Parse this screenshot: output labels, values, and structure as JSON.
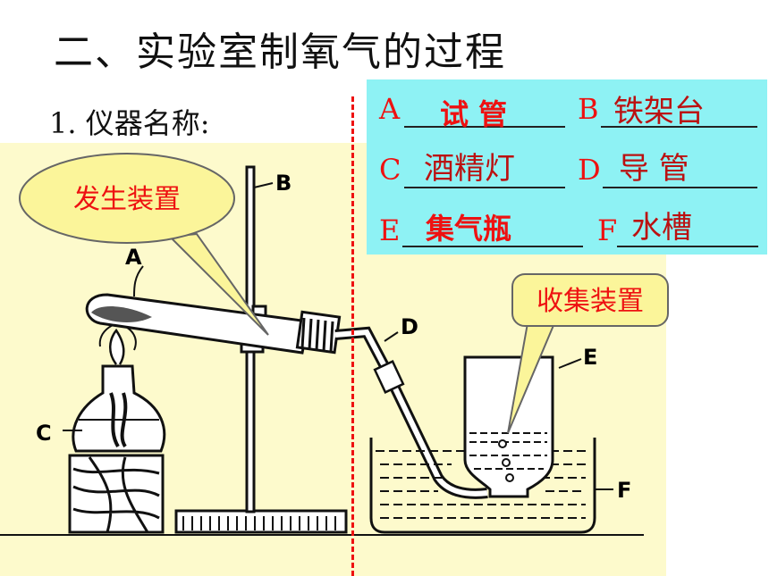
{
  "title": "二、实验室制氧气的过程",
  "subtitle": "1. 仪器名称:",
  "answers": [
    {
      "letter": "A",
      "answer": "试 管"
    },
    {
      "letter": "B",
      "answer": "铁架台"
    },
    {
      "letter": "C",
      "answer": "酒精灯"
    },
    {
      "letter": "D",
      "answer": "导 管"
    },
    {
      "letter": "E",
      "answer": "集气瓶"
    },
    {
      "letter": "F",
      "answer": "水槽"
    }
  ],
  "callouts": {
    "generator": "发生装置",
    "collector": "收集装置"
  },
  "diagram_labels": {
    "A": "A",
    "B": "B",
    "C": "C",
    "D": "D",
    "E": "E",
    "F": "F"
  },
  "colors": {
    "accent_red": "#ee1111",
    "panel_cyan": "#8ef2f4",
    "panel_yellow": "#fdfacc",
    "bubble_fill": "#fbf59a"
  }
}
